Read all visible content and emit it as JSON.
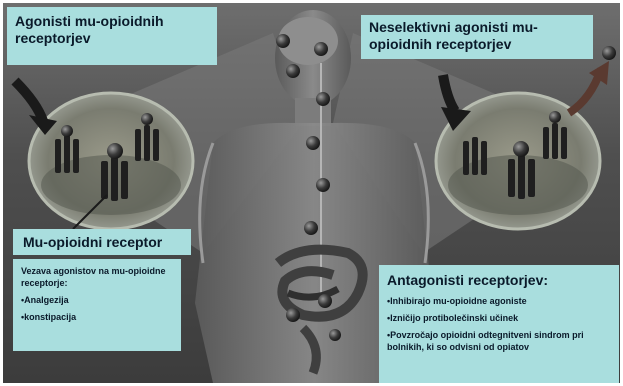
{
  "labels": {
    "top_left": "Agonisti mu-opioidnih receptorjev",
    "top_right": "Neselektivni agonisti mu-opioidnih receptorjev",
    "mu_receptor": "Mu-opioidni receptor",
    "binding": {
      "heading": "Vezava agonistov na mu-opioidne receptorje:",
      "items": [
        "•Analgezija",
        "•konstipacija"
      ]
    },
    "antagonists": {
      "heading": "Antagonisti receptorjev:",
      "items": [
        "•Inhibirajo mu-opioidne agoniste",
        "•Izničijo protibolečinski učinek",
        "•Povzročajo opioidni odtegnitveni sindrom pri bolnikih, ki so odvisni od opiatov"
      ]
    }
  },
  "colors": {
    "label_bg": "#a9dede",
    "label_text": "#0a1a2a",
    "background": "#4f4f4f",
    "arrow": "#1a1a1a",
    "arrow_tr": "#5a3a30"
  }
}
